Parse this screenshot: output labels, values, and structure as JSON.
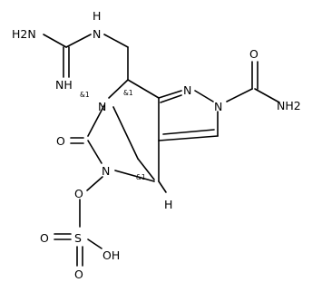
{
  "atoms": {
    "h2n_top": "H2N",
    "nh_top": "H",
    "n_top": "N",
    "imine_nh": "NH",
    "n_bridge": "N",
    "n_pyrazole_top": "N",
    "n_pyrazole_sub": "N",
    "nh2_amide": "NH2",
    "o_amide": "O",
    "o_urea": "O",
    "n_lower": "N",
    "o_link": "O",
    "s": "S",
    "o_s_left": "O",
    "o_s_bottom": "O",
    "oh": "OH",
    "h_bridgehead": "H"
  },
  "stereo_labels": {
    "n_bridge": "&1",
    "c_top": "&1",
    "c_bottom": "&1"
  }
}
